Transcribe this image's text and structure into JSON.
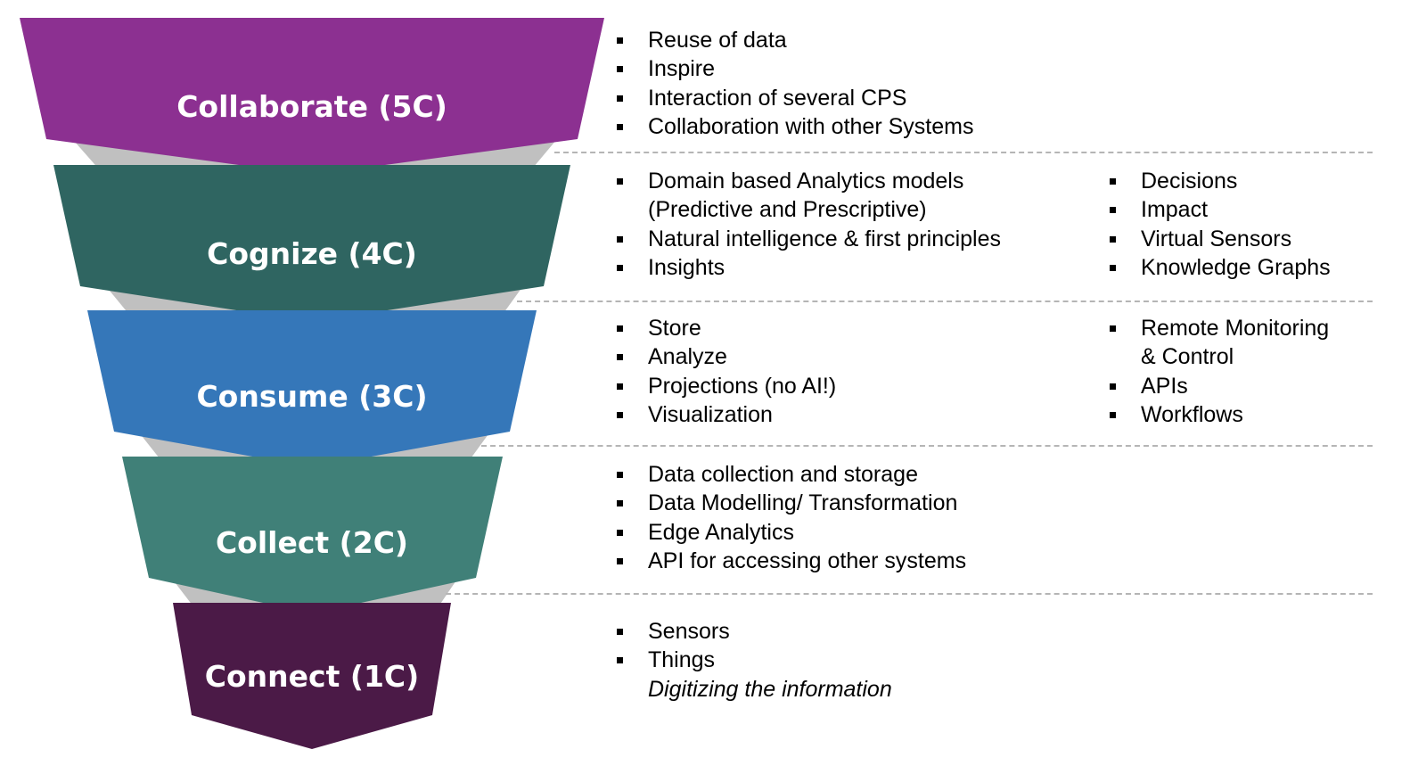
{
  "layers": [
    {
      "id": "collaborate",
      "label": "Collaborate (5C)",
      "color": "#8c3091",
      "groups": [
        [
          "Reuse of data",
          "Inspire",
          "Interaction of several CPS",
          "Collaboration with other Systems"
        ]
      ]
    },
    {
      "id": "cognize",
      "label": "Cognize (4C)",
      "color": "#2f6561",
      "groups": [
        [
          "Domain based Analytics models",
          "(Predictive and Prescriptive)",
          "Natural intelligence & first principles",
          "Insights"
        ],
        [
          "Decisions",
          "Impact",
          "Virtual Sensors",
          "Knowledge Graphs"
        ]
      ]
    },
    {
      "id": "consume",
      "label": "Consume (3C)",
      "color": "#3577b9",
      "groups": [
        [
          "Store",
          "Analyze",
          "Projections (no AI!)",
          "Visualization"
        ],
        [
          "Remote Monitoring",
          "& Control",
          "APIs",
          "Workflows"
        ]
      ]
    },
    {
      "id": "collect",
      "label": "Collect (2C)",
      "color": "#408078",
      "groups": [
        [
          "Data collection and storage",
          "Data Modelling/ Transformation",
          "Edge Analytics",
          "API for accessing other systems"
        ]
      ]
    },
    {
      "id": "connect",
      "label": "Connect (1C)",
      "color": "#4b1a47",
      "groups": [
        [
          "Sensors",
          "Things",
          "Digitizing the information"
        ]
      ]
    }
  ],
  "connector_color": "#c0c0c0",
  "divider_color": "#b5b5b5"
}
